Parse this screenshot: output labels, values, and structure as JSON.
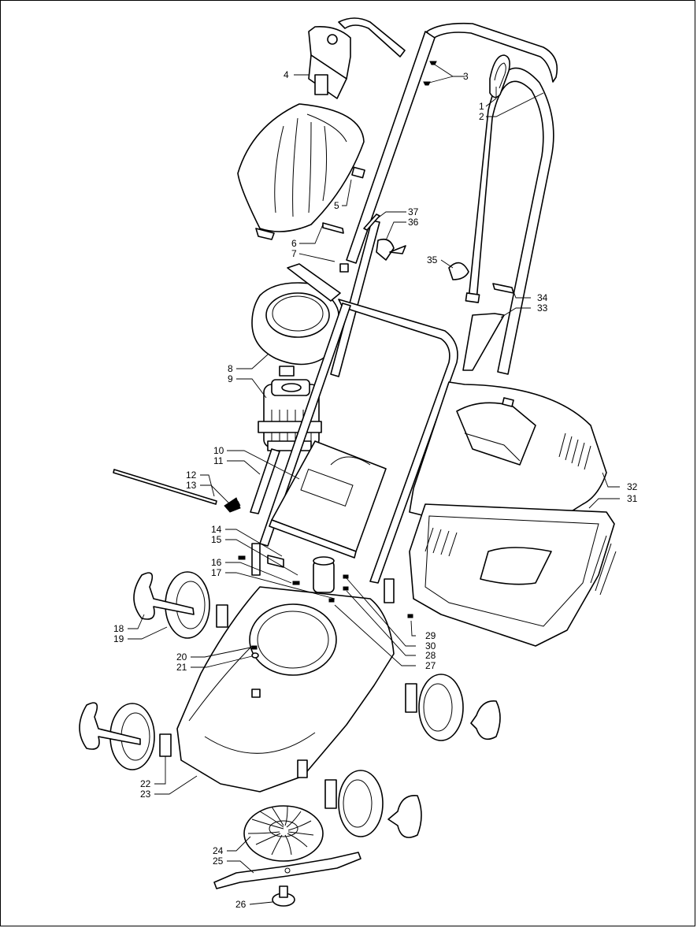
{
  "labels": [
    "1",
    "2",
    "3",
    "4",
    "5",
    "6",
    "7",
    "8",
    "9",
    "10",
    "11",
    "12",
    "13",
    "14",
    "15",
    "16",
    "17",
    "18",
    "19",
    "20",
    "21",
    "22",
    "23",
    "24",
    "25",
    "26",
    "27",
    "28",
    "29",
    "30",
    "31",
    "32",
    "33",
    "34",
    "35",
    "36",
    "37"
  ]
}
